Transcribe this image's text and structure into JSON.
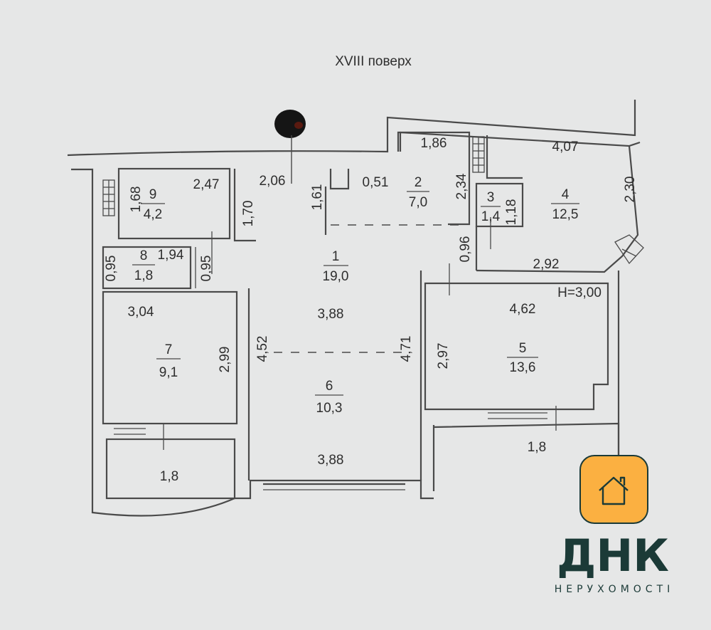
{
  "title": "XVIII поверх",
  "ceiling_height": "H=3,00",
  "rooms": [
    {
      "number": "1",
      "area": "19,0"
    },
    {
      "number": "2",
      "area": "7,0"
    },
    {
      "number": "3",
      "area": "1,4"
    },
    {
      "number": "4",
      "area": "12,5"
    },
    {
      "number": "5",
      "area": "13,6"
    },
    {
      "number": "6",
      "area": "10,3"
    },
    {
      "number": "7",
      "area": "9,1"
    },
    {
      "number": "8",
      "area": "1,8"
    },
    {
      "number": "9",
      "area": "4,2"
    }
  ],
  "balconies": [
    "1,8",
    "1,8"
  ],
  "dimensions": [
    "1,68",
    "2,47",
    "2,06",
    "1,70",
    "1,61",
    "0,51",
    "1,86",
    "2,34",
    "1,18",
    "4,07",
    "2,30",
    "0,96",
    "2,92",
    "1,94",
    "0,95",
    "0,95",
    "3,04",
    "3,88",
    "2,99",
    "4,52",
    "4,71",
    "4,62",
    "2,97",
    "3,88"
  ],
  "logo": {
    "name": "ДНК",
    "tagline": "НЕРУХОМОСТІ",
    "accent": "#fbb041",
    "dark": "#1b3a37"
  }
}
